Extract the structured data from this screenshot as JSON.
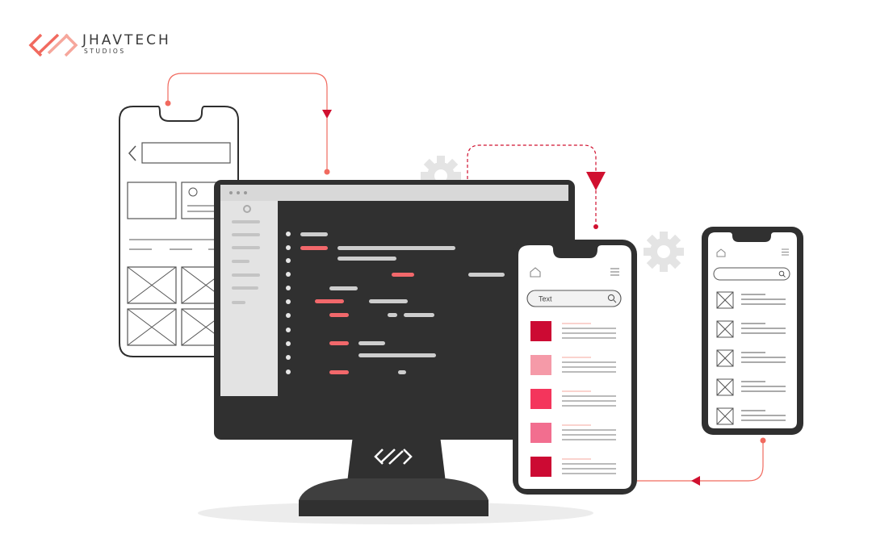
{
  "brand": {
    "name": "JHAVTECH",
    "sub": "STUDIOS",
    "accent": "#f16a5f",
    "accent_light": "#f6a79c"
  },
  "phone_app": {
    "search_text": "Text",
    "square_colors": [
      "#cc0a33",
      "#f59aa8",
      "#f4355c",
      "#f26e8f",
      "#cc0a33"
    ]
  },
  "colors": {
    "monitor_dark": "#303030",
    "code_red": "#f2686b",
    "code_gray": "#cdcdcd",
    "arrow_red": "#d0102f",
    "gear_gray": "#e4e4e4"
  }
}
